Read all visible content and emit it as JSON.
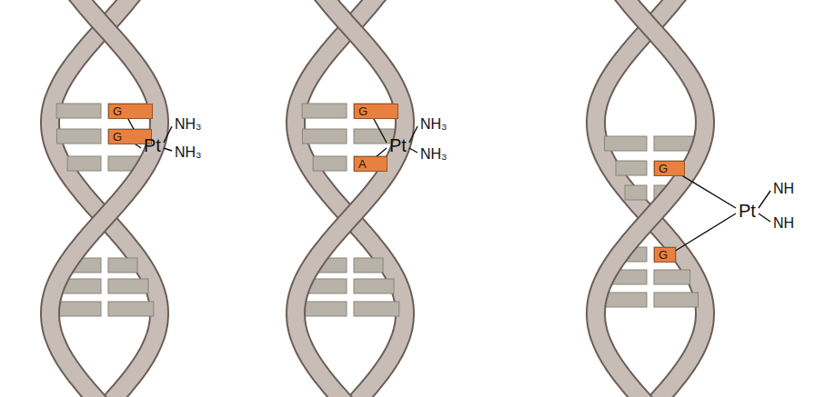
{
  "diagram": {
    "nodes": [
      {
        "text": [
          "G"
        ]
      },
      {
        "text": [
          "G"
        ]
      },
      {
        "text": [
          "G"
        ]
      },
      {
        "text": [
          "A"
        ]
      },
      {
        "text": [
          "G"
        ]
      },
      {
        "text": [
          "G"
        ]
      }
    ],
    "labels": [
      "Pt",
      "NH₃",
      "NH₃",
      "Pt",
      "NH₃",
      "NH₃",
      "Pt",
      "NH",
      "NH"
    ]
  }
}
